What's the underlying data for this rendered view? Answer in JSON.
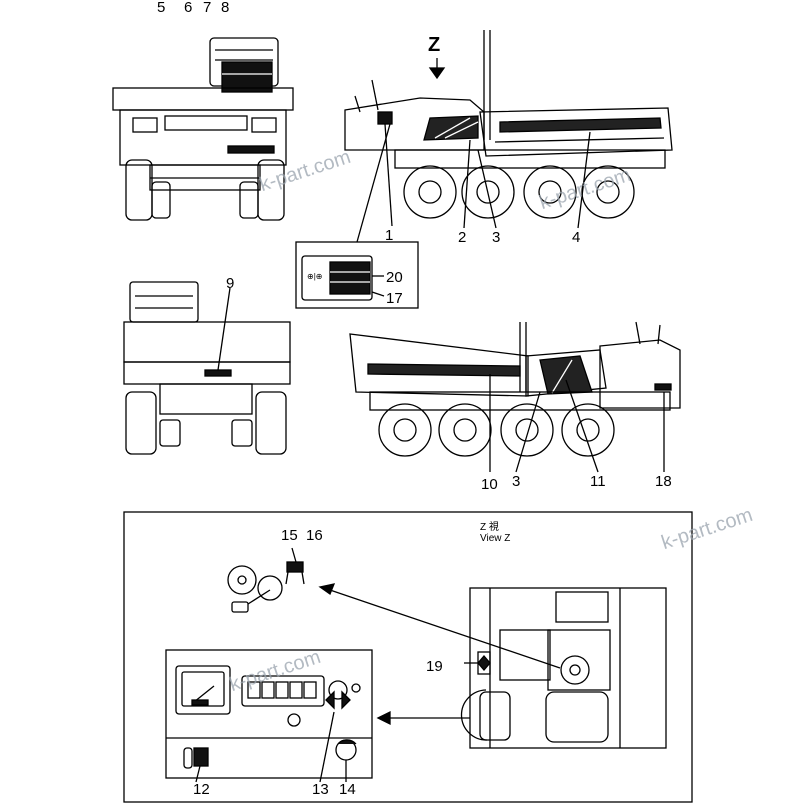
{
  "view_marker": "Z",
  "view_caption": {
    "line1": "Z 視",
    "line2": "View Z"
  },
  "watermarks": [
    "k-part.com",
    "k-part.com",
    "k-part.com",
    "k-part.com"
  ],
  "callouts": [
    "1",
    "2",
    "3",
    "4",
    "5",
    "6",
    "7",
    "8",
    "9",
    "10",
    "3",
    "11",
    "12",
    "13",
    "14",
    "15",
    "16",
    "17",
    "18",
    "19",
    "20"
  ]
}
